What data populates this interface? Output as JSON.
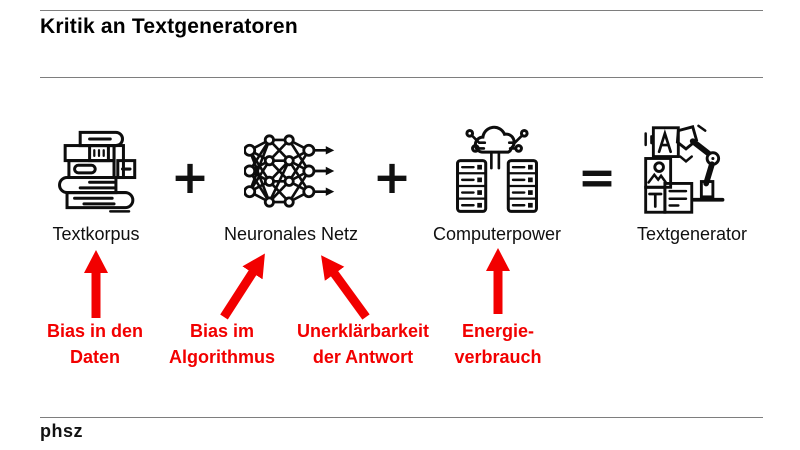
{
  "header": {
    "title": "Kritik an Textgeneratoren"
  },
  "colors": {
    "accent_red": "#f20000",
    "ink": "#111111",
    "rule_gray": "#7e7e7e"
  },
  "equation": {
    "items": [
      {
        "label": "Textkorpus",
        "icon": "books-icon"
      },
      {
        "label": "Neuronales Netz",
        "icon": "neural-network-icon"
      },
      {
        "label": "Computerpower",
        "icon": "server-cloud-icon"
      },
      {
        "label": "Textgenerator",
        "icon": "robot-arm-icon"
      }
    ],
    "operators": {
      "plus": "+",
      "equals": "="
    }
  },
  "criticisms": [
    {
      "line1": "Bias in den",
      "line2": "Daten",
      "target": "Textkorpus"
    },
    {
      "line1": "Bias im",
      "line2": "Algorithmus",
      "target": "Neuronales Netz"
    },
    {
      "line1": "Unerklärbarkeit",
      "line2": "der Antwort",
      "target": "Neuronales Netz"
    },
    {
      "line1": "Energie-",
      "line2": "verbrauch",
      "target": "Computerpower"
    }
  ],
  "footer": {
    "logo": "phsz"
  }
}
